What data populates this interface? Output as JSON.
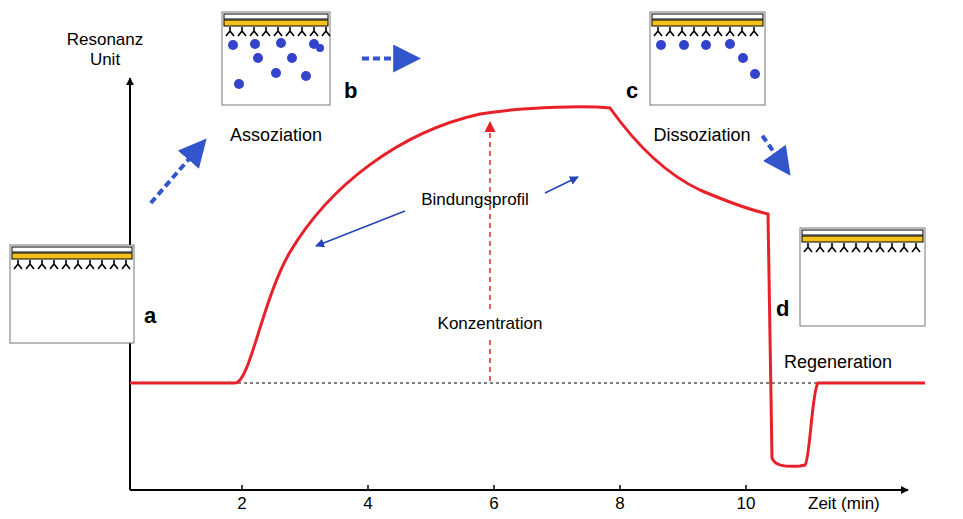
{
  "diagram": {
    "nodes": [
      {
        "text": [
          "a"
        ]
      },
      {
        "text": [
          "b",
          "Assoziation"
        ]
      },
      {
        "text": [
          "c",
          "Dissoziation"
        ]
      },
      {
        "text": [
          "d",
          "Regeneration"
        ]
      }
    ],
    "edges": [
      {
        "from": 0,
        "to": 1,
        "arrow": "to"
      },
      {
        "from": 1,
        "to": 2,
        "arrow": "to"
      },
      {
        "from": 2,
        "to": 3,
        "arrow": "to"
      }
    ],
    "labels": [
      "Resonanz Unit",
      "Bindungsprofil",
      "Konzentration",
      "2",
      "4",
      "6",
      "8",
      "10",
      "Zeit (min)"
    ]
  }
}
